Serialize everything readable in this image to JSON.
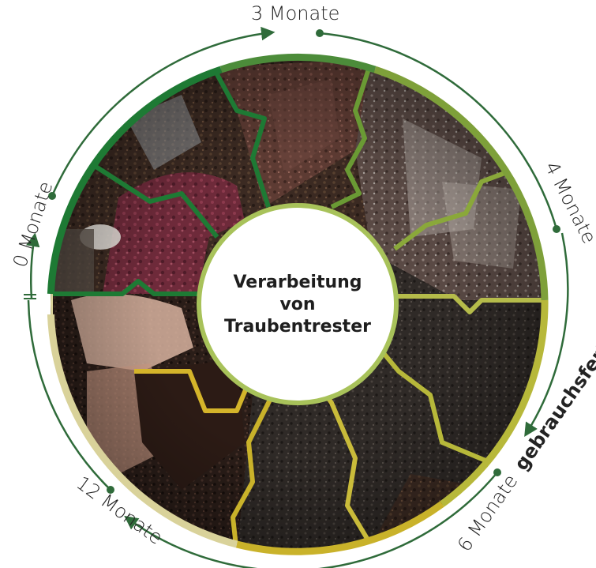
{
  "diagram": {
    "title_lines": [
      "Verarbeitung",
      "von",
      "Traubentrester"
    ],
    "stages": [
      {
        "id": "m0",
        "label": "0 Monate"
      },
      {
        "id": "m3",
        "label": "3 Monate"
      },
      {
        "id": "m4",
        "label": "4 Monate"
      },
      {
        "id": "m6",
        "label": "6 Monate",
        "note": "gebrauchsfertig"
      },
      {
        "id": "m12",
        "label": "12 Monate"
      }
    ],
    "colors": {
      "arrow": "#2f6b3a",
      "dot": "#2f6b3a",
      "ring_dark_green": "#1e7a34",
      "ring_olive": "#7ea03a",
      "ring_yellow_green": "#b7b83a",
      "ring_gold": "#c9b22a",
      "ring_cream": "#d9d29a"
    },
    "photo_icons": [
      "pomace-fresh-pile-photo",
      "pomace-3-months-photo",
      "pomace-4-months-photo",
      "pomace-6-months-photo",
      "compost-12-months-photo"
    ]
  }
}
